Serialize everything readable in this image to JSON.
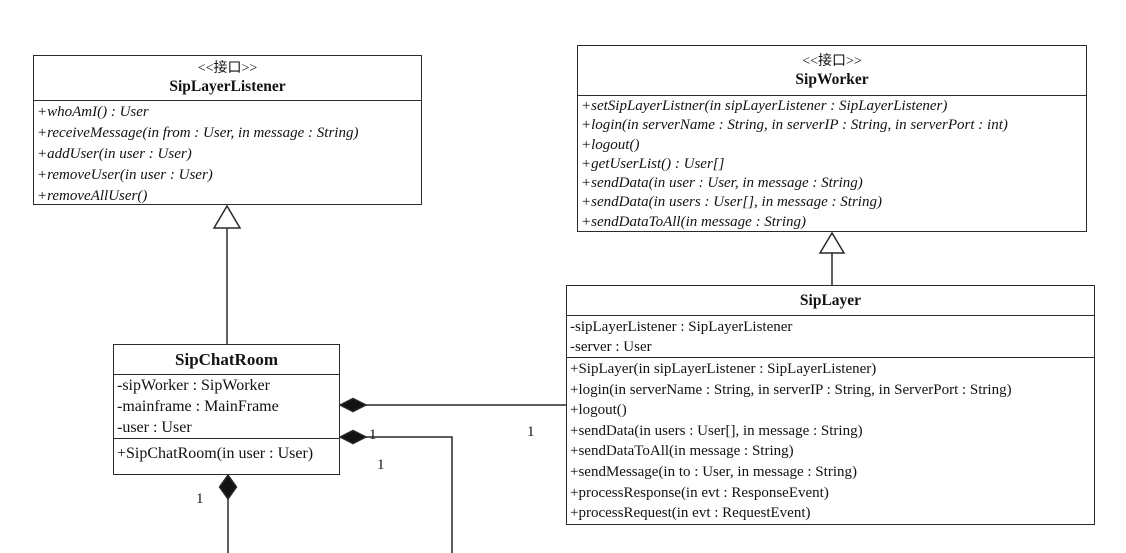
{
  "diagram_title": "SIP chat UML class diagram",
  "classes": {
    "sipLayerListener": {
      "stereotype": "<<接口>>",
      "name": "SipLayerListener",
      "methods": [
        "+whoAmI() : User",
        "+receiveMessage(in from : User, in message : String)",
        "+addUser(in user : User)",
        "+removeUser(in user : User)",
        "+removeAllUser()"
      ]
    },
    "sipWorker": {
      "stereotype": "<<接口>>",
      "name": "SipWorker",
      "methods": [
        "+setSipLayerListner(in sipLayerListener : SipLayerListener)",
        "+login(in serverName : String, in serverIP : String, in serverPort : int)",
        "+logout()",
        "+getUserList() : User[]",
        "+sendData(in user : User, in message : String)",
        "+sendData(in users : User[], in message : String)",
        "+sendDataToAll(in message : String)"
      ]
    },
    "sipLayer": {
      "name": "SipLayer",
      "attributes": [
        "-sipLayerListener : SipLayerListener",
        "-server : User"
      ],
      "methods": [
        "+SipLayer(in sipLayerListener : SipLayerListener)",
        "+login(in serverName : String, in serverIP : String, in ServerPort : String)",
        "+logout()",
        "+sendData(in users : User[], in message : String)",
        "+sendDataToAll(in message : String)",
        "+sendMessage(in to : User, in message : String)",
        "+processResponse(in evt : ResponseEvent)",
        "+processRequest(in evt : RequestEvent)"
      ]
    },
    "sipChatRoom": {
      "name": "SipChatRoom",
      "attributes": [
        "-sipWorker : SipWorker",
        "-mainframe : MainFrame",
        "-user : User"
      ],
      "methods": [
        "+SipChatRoom(in user : User)"
      ]
    }
  },
  "relationships": [
    {
      "kind": "realization",
      "source": "SipChatRoom",
      "target": "SipLayerListener"
    },
    {
      "kind": "realization",
      "source": "SipLayer",
      "target": "SipWorker"
    },
    {
      "kind": "composition",
      "source": "SipChatRoom",
      "target": "SipLayer",
      "target_multiplicity": "1"
    },
    {
      "kind": "composition",
      "source": "SipChatRoom",
      "target": "",
      "note": "line exits bottom edge of image"
    },
    {
      "kind": "composition",
      "source": "SipChatRoom",
      "target": "",
      "note": "line exits bottom edge of image"
    }
  ],
  "multiplicities": {
    "sipLayerEnd": "1",
    "diamond2Right": "1",
    "diamond2Below": "1",
    "bottomLine": "1"
  }
}
